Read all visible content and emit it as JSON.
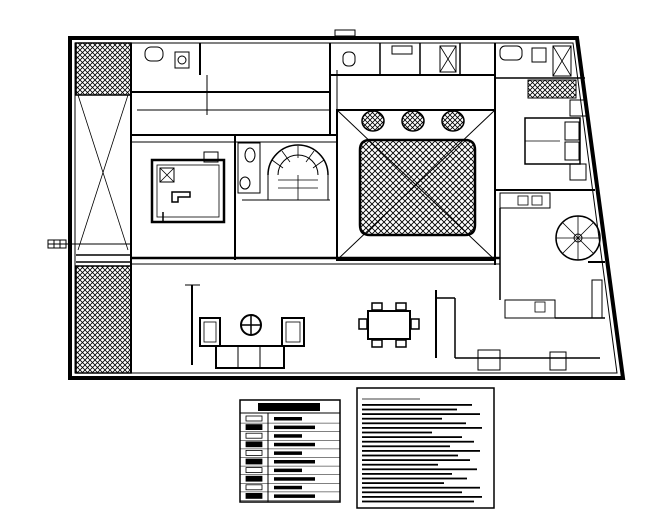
{
  "drawing": {
    "type": "architectural floor plan",
    "colors": {
      "ink": "#000000",
      "paper": "#ffffff"
    }
  },
  "legend": {
    "title": "",
    "rows": 10
  },
  "notes": {
    "title": "",
    "lines": 22
  }
}
